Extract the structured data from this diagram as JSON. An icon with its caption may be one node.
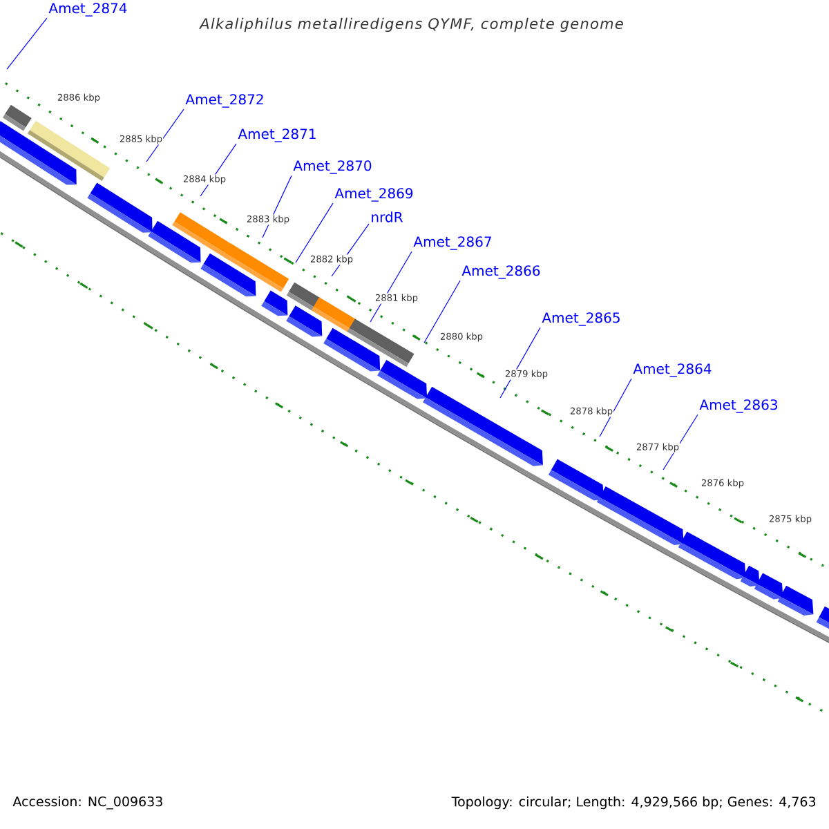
{
  "diagram": {
    "title": "Alkaliphilus metalliredigens QYMF, complete genome",
    "nodes": [
      {
        "text": [
          "Amet_2874"
        ]
      },
      {
        "text": [
          "Amet_2872"
        ]
      },
      {
        "text": [
          "Amet_2871"
        ]
      },
      {
        "text": [
          "Amet_2870"
        ]
      },
      {
        "text": [
          "Amet_2869"
        ]
      },
      {
        "text": [
          "nrdR"
        ]
      },
      {
        "text": [
          "Amet_2867"
        ]
      },
      {
        "text": [
          "Amet_2866"
        ]
      },
      {
        "text": [
          "Amet_2865"
        ]
      },
      {
        "text": [
          "Amet_2864"
        ]
      },
      {
        "text": [
          "Amet_2863"
        ]
      }
    ],
    "edges": [
      {
        "from": 0,
        "to": null,
        "arrow": "none"
      },
      {
        "from": 1,
        "to": null,
        "arrow": "none"
      },
      {
        "from": 2,
        "to": null,
        "arrow": "none"
      },
      {
        "from": 3,
        "to": null,
        "arrow": "none"
      },
      {
        "from": 4,
        "to": null,
        "arrow": "none"
      },
      {
        "from": 5,
        "to": null,
        "arrow": "none"
      },
      {
        "from": 6,
        "to": null,
        "arrow": "none"
      },
      {
        "from": 7,
        "to": null,
        "arrow": "none"
      },
      {
        "from": 8,
        "to": null,
        "arrow": "none"
      },
      {
        "from": 9,
        "to": null,
        "arrow": "none"
      },
      {
        "from": 10,
        "to": null,
        "arrow": "none"
      }
    ],
    "labels": [
      "2886 kbp",
      "2885 kbp",
      "2884 kbp",
      "2883 kbp",
      "2882 kbp",
      "2881 kbp",
      "2880 kbp",
      "2879 kbp",
      "2878 kbp",
      "2877 kbp",
      "2876 kbp",
      "2875 kbp",
      "Accession: NC_009633",
      "Topology: circular; Length: 4,929,566 bp; Genes: 4,763"
    ]
  }
}
